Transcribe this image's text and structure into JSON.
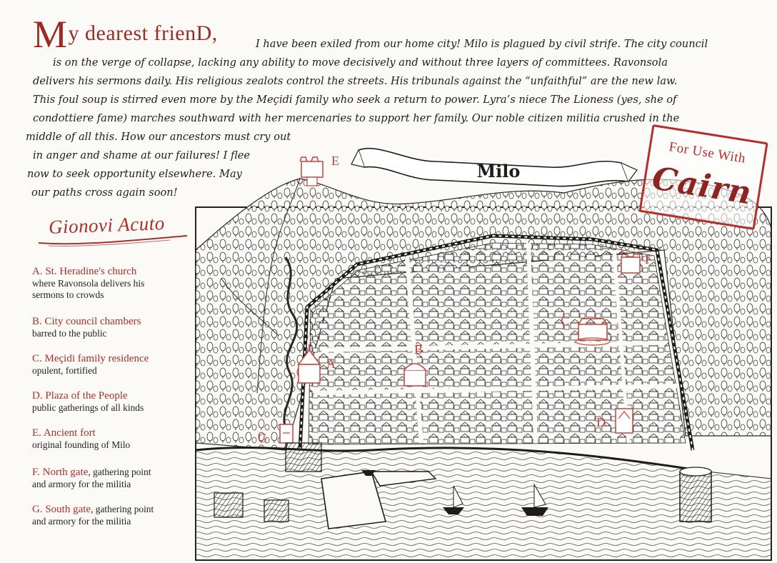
{
  "letter": {
    "salutation_cap": "M",
    "salutation_rest": "y dearest frienD,",
    "lines": [
      "I have been exiled from our home city! Milo is plagued by civil strife. The city council",
      "is on the verge of collapse, lacking any ability to move decisively and without three layers of committees. Ravonsola",
      "delivers his sermons daily. His religious zealots control the streets. His tribunals against the “unfaithful” are the new law.",
      "This foul soup is stirred even more by the Meçidi family who seek a return to power. Lyra’s niece The Lioness (yes, she of",
      "condottiere fame) marches southward with her mercenaries to support her family. Our noble citizen militia crushed in the",
      "middle of all this. How our ancestors must cry out",
      "in anger and shame at our failures! I flee",
      "now to seek opportunity elsewhere. May",
      "our paths cross again soon!"
    ],
    "signature": "Gionovi Acuto"
  },
  "legend": [
    {
      "title": "A. St. Heradine's church",
      "inline": "",
      "desc": [
        "where Ravonsola delivers his",
        "sermons to crowds"
      ]
    },
    {
      "title": "B. City council chambers",
      "inline": "",
      "desc": [
        "barred to the public"
      ]
    },
    {
      "title": "C. Meçidi family residence",
      "inline": "",
      "desc": [
        "opulent, fortified"
      ]
    },
    {
      "title": "D. Plaza of the People",
      "inline": "",
      "desc": [
        "public gatherings of all kinds"
      ]
    },
    {
      "title": "E. Ancient fort",
      "inline": "",
      "desc": [
        "original founding of Milo"
      ]
    },
    {
      "title": "F. North gate",
      "inline": ", gathering point",
      "desc": [
        "and armory for the militia"
      ]
    },
    {
      "title": "G. South gate",
      "inline": ", gathering point",
      "desc": [
        "and armory for the militia"
      ]
    }
  ],
  "map": {
    "banner_title": "Milo",
    "markers": {
      "a": "A",
      "b": "B",
      "c": "C",
      "d": "D",
      "e": "E",
      "f": "F",
      "g": "G"
    }
  },
  "stamp": {
    "line1": "For Use With",
    "brand": "Cairn"
  },
  "colors": {
    "accent_red": "#a8302a",
    "ink": "#1c1a17",
    "paper": "#fbfaf6"
  }
}
